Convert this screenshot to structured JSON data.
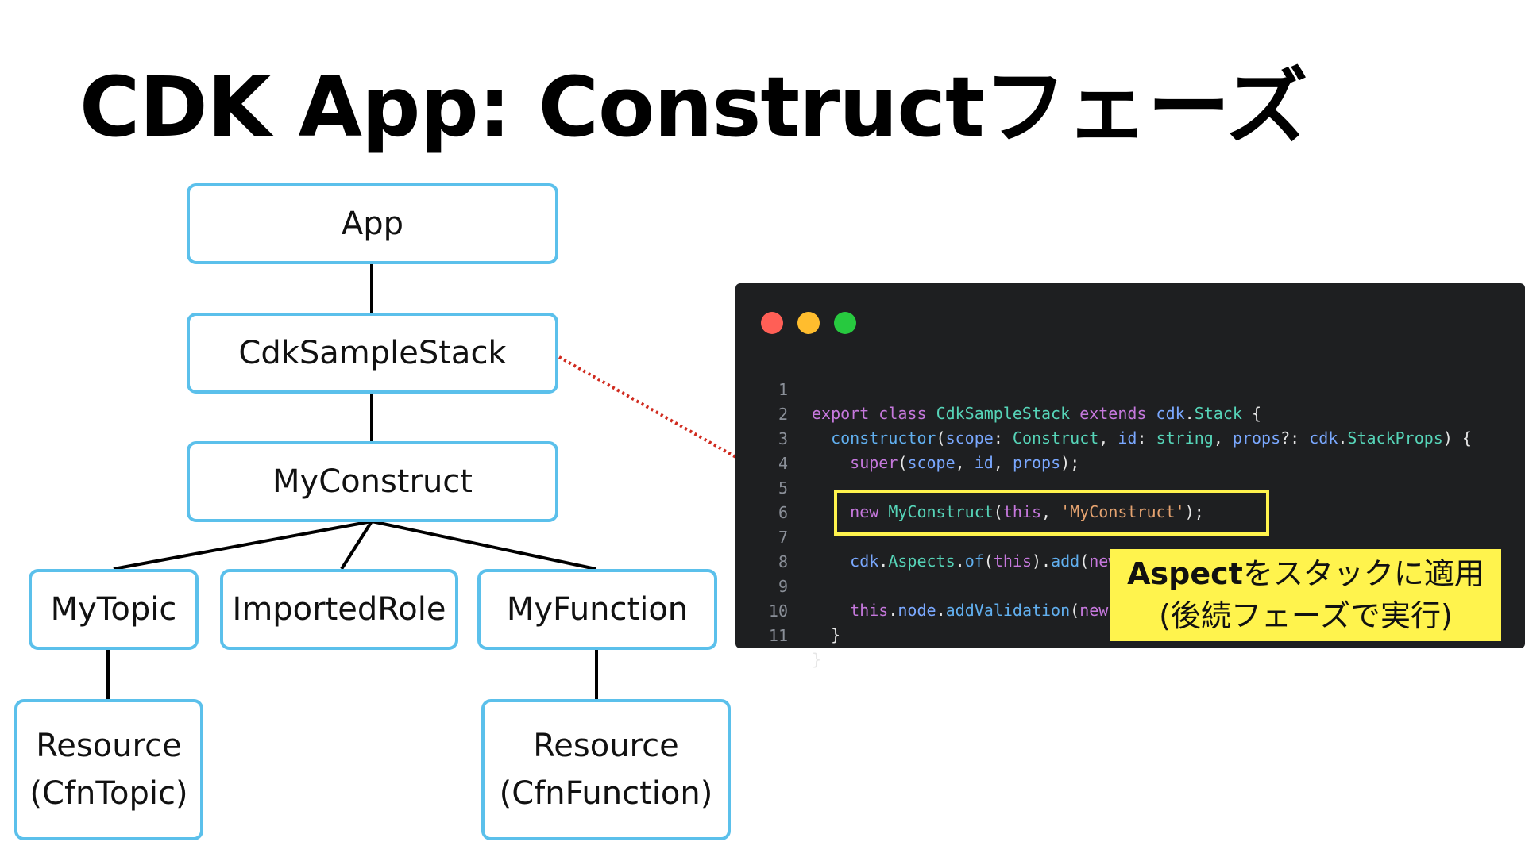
{
  "title": "CDK App: Constructフェーズ",
  "tree": {
    "app": "App",
    "stack": "CdkSampleStack",
    "construct": "MyConstruct",
    "topic": "MyTopic",
    "role": "ImportedRole",
    "function": "MyFunction",
    "topic_resource": [
      "Resource",
      "(CfnTopic)"
    ],
    "function_resource": [
      "Resource",
      "(CfnFunction)"
    ]
  },
  "code": {
    "line_numbers": [
      "1",
      "2",
      "3",
      "4",
      "5",
      "6",
      "7",
      "8",
      "9",
      "10",
      "11"
    ],
    "lines": [
      "export class CdkSampleStack extends cdk.Stack {",
      "  constructor(scope: Construct, id: string, props?: cdk.StackProps) {",
      "    super(scope, id, props);",
      "",
      "    new MyConstruct(this, 'MyConstruct');",
      "",
      "    cdk.Aspects.of(this).add(new MyAspect());",
      "",
      "    this.node.addValidation(new",
      "  }",
      "}"
    ]
  },
  "callout": {
    "line1_bold": "Aspect",
    "line1_rest": "をスタックに適用",
    "line2": "(後続フェーズで実行)"
  },
  "colors": {
    "node_border": "#5bc0eb",
    "code_background": "#1e1f21",
    "highlight": "#fff34d",
    "connector_dotted": "#d02a1e"
  }
}
